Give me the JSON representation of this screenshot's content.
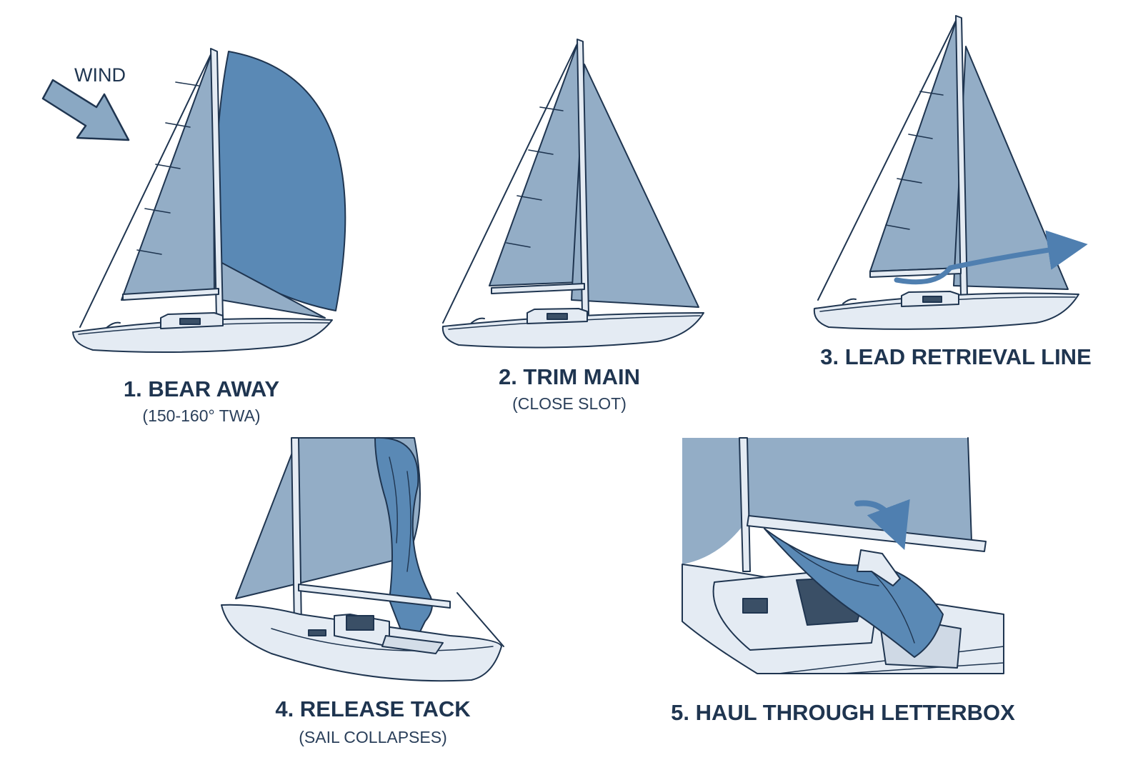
{
  "wind_label": "WIND",
  "steps": [
    {
      "title": "1. BEAR AWAY",
      "subtitle": "(150-160° TWA)"
    },
    {
      "title": "2. TRIM MAIN",
      "subtitle": "(CLOSE SLOT)"
    },
    {
      "title": "3. LEAD RETRIEVAL LINE",
      "subtitle": ""
    },
    {
      "title": "4. RELEASE TACK",
      "subtitle": "(SAIL COLLAPSES)"
    },
    {
      "title": "5. HAUL THROUGH LETTERBOX",
      "subtitle": ""
    }
  ],
  "colors": {
    "sail": "#93adc6",
    "spinnaker": "#5a89b5",
    "hull": "#e4ebf3",
    "outline": "#1f3550",
    "arrow": "#8aa8c3",
    "line_arrow": "#4f7fb0"
  }
}
